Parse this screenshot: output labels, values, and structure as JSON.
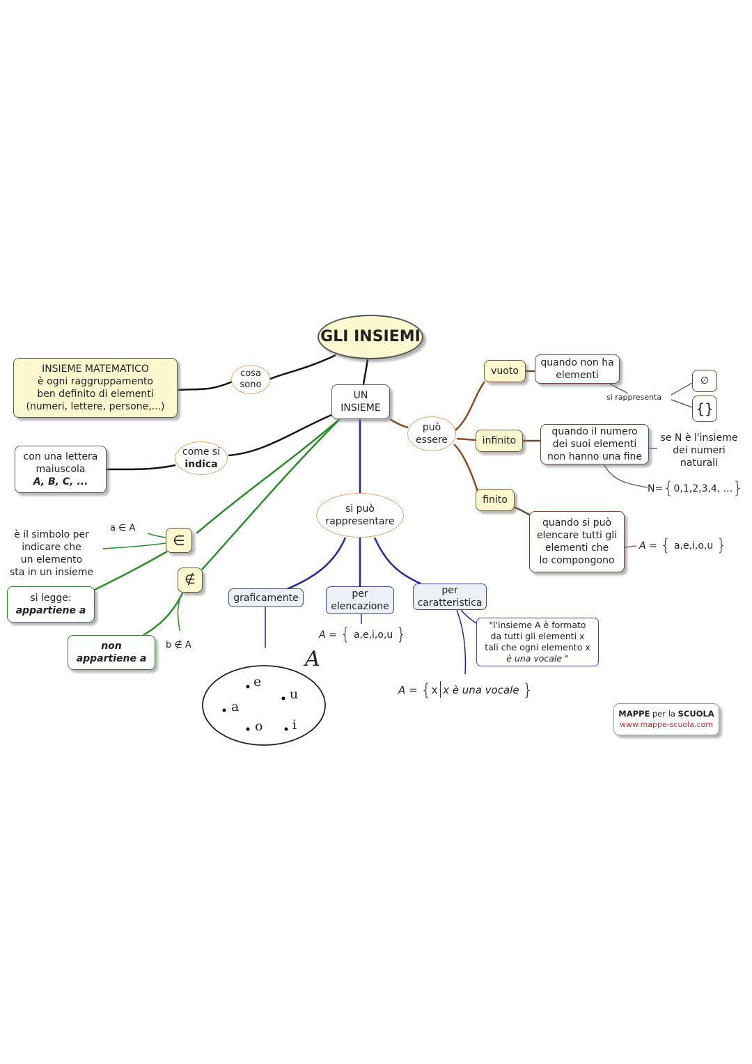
{
  "title": "GLI INSIEMI",
  "central": "UN INSIEME",
  "center_lines": [
    "UN",
    "INSIEME"
  ],
  "definition": {
    "link_lines": [
      "cosa",
      "sono"
    ],
    "lines": [
      "INSIEME MATEMATICO",
      "è ogni raggruppamento",
      "ben definito di elementi",
      "(numeri, lettere, persone,...)"
    ]
  },
  "notation": {
    "link_lines": [
      "come si",
      "indica"
    ],
    "lines": [
      "con una lettera",
      "maiuscola",
      "A, B, C, ..."
    ]
  },
  "membership": {
    "in_symbol": "∈",
    "not_in_symbol": "∉",
    "in_example": "a ∈ A",
    "not_in_example": "b ∉ A",
    "description_lines": [
      "è il simbolo per",
      "indicare che",
      "un elemento",
      "sta in un insieme"
    ],
    "reads_lines": [
      "si legge:",
      "appartiene a"
    ],
    "not_reads_lines": [
      "non",
      "appartiene a"
    ]
  },
  "types": {
    "link_lines": [
      "può",
      "essere"
    ],
    "empty": {
      "label": "vuoto",
      "desc_lines": [
        "quando non ha",
        "elementi"
      ],
      "represents": "si rappresenta",
      "symbols": [
        "∅",
        "{}"
      ]
    },
    "infinite": {
      "label": "infinito",
      "desc_lines": [
        "quando il numero",
        "dei suoi elementi",
        "non hanno una fine"
      ],
      "note_lines": [
        "se N è l'insieme",
        "dei numeri",
        "naturali"
      ],
      "example_prefix": "N=",
      "example_elements": "0,1,2,3,4, ..."
    },
    "finite": {
      "label": "finito",
      "desc_lines": [
        "quando si può",
        "elencare tutti gli",
        "elementi che",
        "lo compongono"
      ],
      "example_prefix": "A =",
      "example_elements": "a,e,i,o,u"
    }
  },
  "representation": {
    "link_lines": [
      "si può",
      "rappresentare"
    ],
    "graphic": {
      "label": "graficamente",
      "set_name": "A",
      "elements": [
        "e",
        "u",
        "a",
        "o",
        "i"
      ]
    },
    "listing": {
      "label_lines": [
        "per",
        "elencazione"
      ],
      "example_prefix": "A =",
      "example_elements": "a,e,i,o,u"
    },
    "property": {
      "label_lines": [
        "per",
        "caratteristica"
      ],
      "quote_lines": [
        "\"l'insieme A  è formato",
        "da tutti gli elementi x",
        "tali che ogni elemento x",
        "è una vocale \""
      ],
      "example_prefix": "A  =",
      "example_var": "x",
      "example_cond": "x è una vocale"
    }
  },
  "watermark": {
    "brand_bold1": "MAPPE",
    "brand_mid": " per la ",
    "brand_bold2": "SCUOLA",
    "url": "www.mappe-scuola.com"
  },
  "colors": {
    "black_edge": "#111111",
    "brown_edge": "#8a4a22",
    "green_edge": "#2e8a2e",
    "blue_edge": "#1f2a96",
    "yellow_fill": "#fbf8cf",
    "oval_border": "#d8a878",
    "blue_fill": "#edf1f7",
    "url_color": "#b03030"
  }
}
